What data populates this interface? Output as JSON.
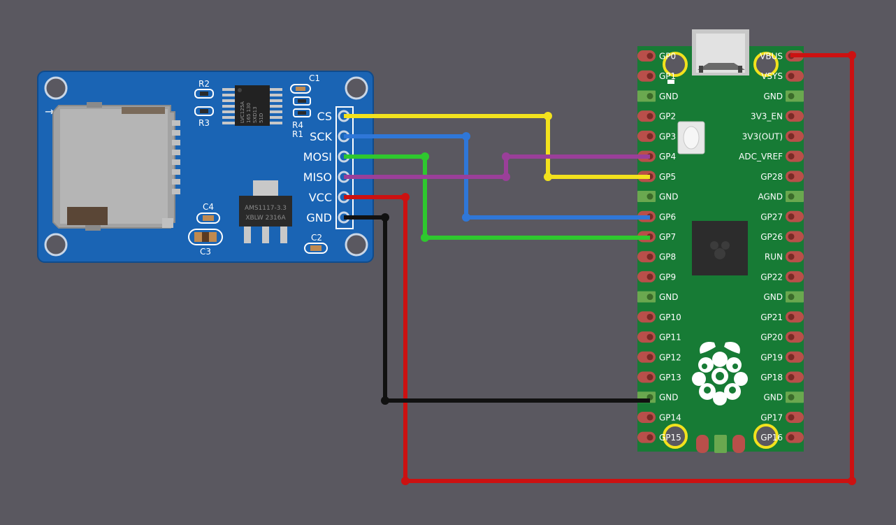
{
  "colors": {
    "background": "#5a5860",
    "sd_board": "#1a64b4",
    "pico_board": "#177b35",
    "wire_cs": "#f2e21d",
    "wire_sck": "#2f77d8",
    "wire_mosi": "#2ec82e",
    "wire_miso": "#9a3f99",
    "wire_vcc": "#cc1111",
    "wire_gnd": "#111111"
  },
  "sd_module": {
    "pins": [
      "CS",
      "SCK",
      "MOSI",
      "MISO",
      "VCC",
      "GND"
    ],
    "labels": {
      "r2": "R2",
      "r3": "R3",
      "r4": "R4",
      "r1": "R1",
      "c1": "C1",
      "c2": "C2",
      "c3": "C3",
      "c4": "C4",
      "regulator_line1": "AMS1117-3.3",
      "regulator_line2": "XBLW 2316A",
      "ic_line1": "LVC125A",
      "ic_line2": "165 130",
      "ic_line3": "SXD13",
      "ic_line4": "51D"
    }
  },
  "pico": {
    "left_pins": [
      "GP0",
      "GP1",
      "GND",
      "GP2",
      "GP3",
      "GP4",
      "GP5",
      "GND",
      "GP6",
      "GP7",
      "GP8",
      "GP9",
      "GND",
      "GP10",
      "GP11",
      "GP12",
      "GP13",
      "GND",
      "GP14",
      "GP15"
    ],
    "right_pins": [
      "VBUS",
      "VSYS",
      "GND",
      "3V3_EN",
      "3V3(OUT)",
      "ADC_VREF",
      "GP28",
      "AGND",
      "GP27",
      "GP26",
      "RUN",
      "GP22",
      "GND",
      "GP21",
      "GP20",
      "GP19",
      "GP18",
      "GND",
      "GP17",
      "GP16"
    ]
  },
  "wires": [
    {
      "name": "wire-cs",
      "from": "CS",
      "to": "GP5",
      "color": "#f2e21d"
    },
    {
      "name": "wire-sck",
      "from": "SCK",
      "to": "GP6",
      "color": "#2f77d8"
    },
    {
      "name": "wire-mosi",
      "from": "MOSI",
      "to": "GP7",
      "color": "#2ec82e"
    },
    {
      "name": "wire-miso",
      "from": "MISO",
      "to": "GP4",
      "color": "#9a3f99"
    },
    {
      "name": "wire-vcc",
      "from": "VCC",
      "to": "VBUS",
      "color": "#cc1111"
    },
    {
      "name": "wire-gnd",
      "from": "GND",
      "to": "GND",
      "color": "#111111"
    }
  ]
}
